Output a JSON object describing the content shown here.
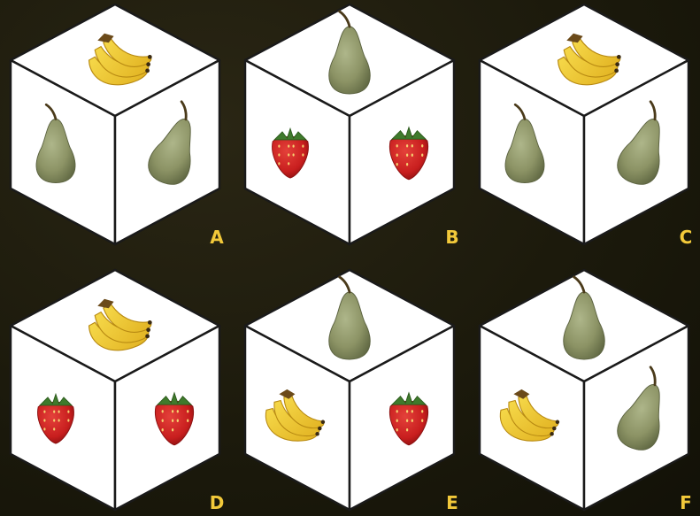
{
  "puzzle": {
    "cubes": [
      {
        "label": "A",
        "faces": {
          "top": "banana",
          "left": "pear",
          "right": "pear"
        }
      },
      {
        "label": "B",
        "faces": {
          "top": "pear",
          "left": "strawberry",
          "right": "strawberry"
        }
      },
      {
        "label": "C",
        "faces": {
          "top": "banana",
          "left": "pear",
          "right": "pear"
        }
      },
      {
        "label": "D",
        "faces": {
          "top": "banana",
          "left": "strawberry",
          "right": "strawberry"
        }
      },
      {
        "label": "E",
        "faces": {
          "top": "pear",
          "left": "banana",
          "right": "strawberry"
        }
      },
      {
        "label": "F",
        "faces": {
          "top": "pear",
          "left": "banana",
          "right": "pear"
        }
      }
    ],
    "colors": {
      "background": "#1c1a0c",
      "label": "#f2c93a",
      "face": "#ffffff",
      "edge": "#1a1a1a"
    },
    "icons": [
      "banana-icon",
      "pear-icon",
      "strawberry-icon"
    ]
  }
}
